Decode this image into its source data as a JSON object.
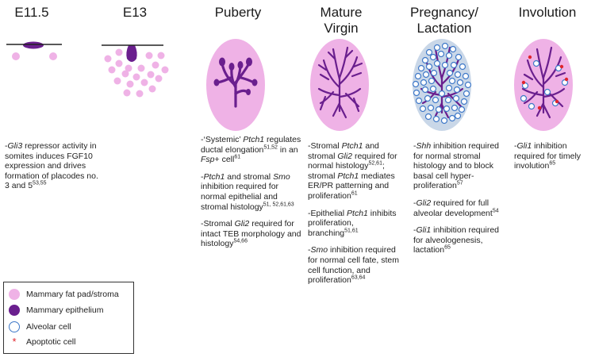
{
  "stages": [
    {
      "id": "e115",
      "title_lines": [
        "E11.5"
      ]
    },
    {
      "id": "e13",
      "title_lines": [
        "E13"
      ]
    },
    {
      "id": "puberty",
      "title_lines": [
        "Puberty"
      ]
    },
    {
      "id": "mature_virgin",
      "title_lines": [
        "Mature",
        "Virgin"
      ]
    },
    {
      "id": "pregnancy",
      "title_lines": [
        "Pregnancy/",
        "Lactation"
      ]
    },
    {
      "id": "involution",
      "title_lines": [
        "Involution"
      ]
    }
  ],
  "descriptions": {
    "e115": [
      [
        {
          "t": "-"
        },
        {
          "t": "Gli3",
          "i": true
        },
        {
          "t": " repressor activity in somites induces FGF10 expression and drives formation of placodes no. 3 and 5"
        },
        {
          "t": "53,55",
          "s": true
        }
      ]
    ],
    "puberty": [
      [
        {
          "t": "-‘Systemic’ "
        },
        {
          "t": "Ptch1",
          "i": true
        },
        {
          "t": " regulates ductal elongation"
        },
        {
          "t": "51,52",
          "s": true
        },
        {
          "t": " in an "
        },
        {
          "t": "Fsp",
          "i": true
        },
        {
          "t": "+ cell"
        },
        {
          "t": "61",
          "s": true
        }
      ],
      [
        {
          "t": "-"
        },
        {
          "t": "Ptch1",
          "i": true
        },
        {
          "t": " and stromal "
        },
        {
          "t": "Smo",
          "i": true
        },
        {
          "t": " inhibition required for normal epithelial and stromal histology"
        },
        {
          "t": "51, 52,61,63",
          "s": true
        }
      ],
      [
        {
          "t": "-Stromal "
        },
        {
          "t": "Gli2",
          "i": true
        },
        {
          "t": " required for intact TEB morphology and histology"
        },
        {
          "t": "54,66",
          "s": true
        }
      ]
    ],
    "mature_virgin": [
      [
        {
          "t": "-Stromal "
        },
        {
          "t": "Ptch1",
          "i": true
        },
        {
          "t": " and stromal "
        },
        {
          "t": "Gli2",
          "i": true
        },
        {
          "t": " required for normal histology"
        },
        {
          "t": "52,61",
          "s": true
        },
        {
          "t": "; stromal "
        },
        {
          "t": "Ptch1",
          "i": true
        },
        {
          "t": " mediates ER/PR patterning and proliferation"
        },
        {
          "t": "61",
          "s": true
        }
      ],
      [
        {
          "t": "-Epithelial "
        },
        {
          "t": "Ptch1",
          "i": true
        },
        {
          "t": " inhibits proliferation, branching"
        },
        {
          "t": "51,61",
          "s": true
        }
      ],
      [
        {
          "t": "-"
        },
        {
          "t": "Smo",
          "i": true
        },
        {
          "t": " inhibition required for normal cell fate, stem cell function, and proliferation"
        },
        {
          "t": "63,64",
          "s": true
        }
      ]
    ],
    "pregnancy": [
      [
        {
          "t": "-"
        },
        {
          "t": "Shh",
          "i": true
        },
        {
          "t": " inhibition required for normal stromal histology and to block basal cell hyper-proliferation"
        },
        {
          "t": "57",
          "s": true
        }
      ],
      [
        {
          "t": "-"
        },
        {
          "t": "Gli2",
          "i": true
        },
        {
          "t": " required for full alveolar development"
        },
        {
          "t": "54",
          "s": true
        }
      ],
      [
        {
          "t": "-"
        },
        {
          "t": "Gli1",
          "i": true
        },
        {
          "t": " inhibition required for alveologenesis, lactation"
        },
        {
          "t": "65",
          "s": true
        }
      ]
    ],
    "involution": [
      [
        {
          "t": "-"
        },
        {
          "t": "Gli1",
          "i": true
        },
        {
          "t": " inhibition required for timely involution"
        },
        {
          "t": "65",
          "s": true
        }
      ]
    ]
  },
  "legend": [
    {
      "label": "Mammary fat pad/stroma",
      "symbol": "pink-circle-icon"
    },
    {
      "label": "Mammary epithelium",
      "symbol": "purple-circle-icon"
    },
    {
      "label": "Alveolar cell",
      "symbol": "blue-ring-icon"
    },
    {
      "label": "Apoptotic cell",
      "symbol": "red-asterisk-icon"
    }
  ],
  "colors": {
    "stroma": "#efb2e6",
    "stroma_light": "#f2a8ea",
    "epithelium": "#6a1f8e",
    "alveolar_ring": "#3e78c8",
    "apoptotic": "#e0242c",
    "line": "#222222"
  }
}
